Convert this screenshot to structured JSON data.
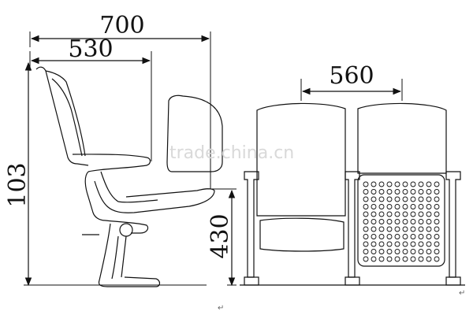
{
  "dimensions": {
    "depth_total": "700",
    "depth_seat": "530",
    "height_total": "103",
    "seat_height": "430",
    "seat_spacing": "560"
  },
  "watermark": "trade.china.cn",
  "paragraph_marks": [
    "↵",
    "↵"
  ]
}
